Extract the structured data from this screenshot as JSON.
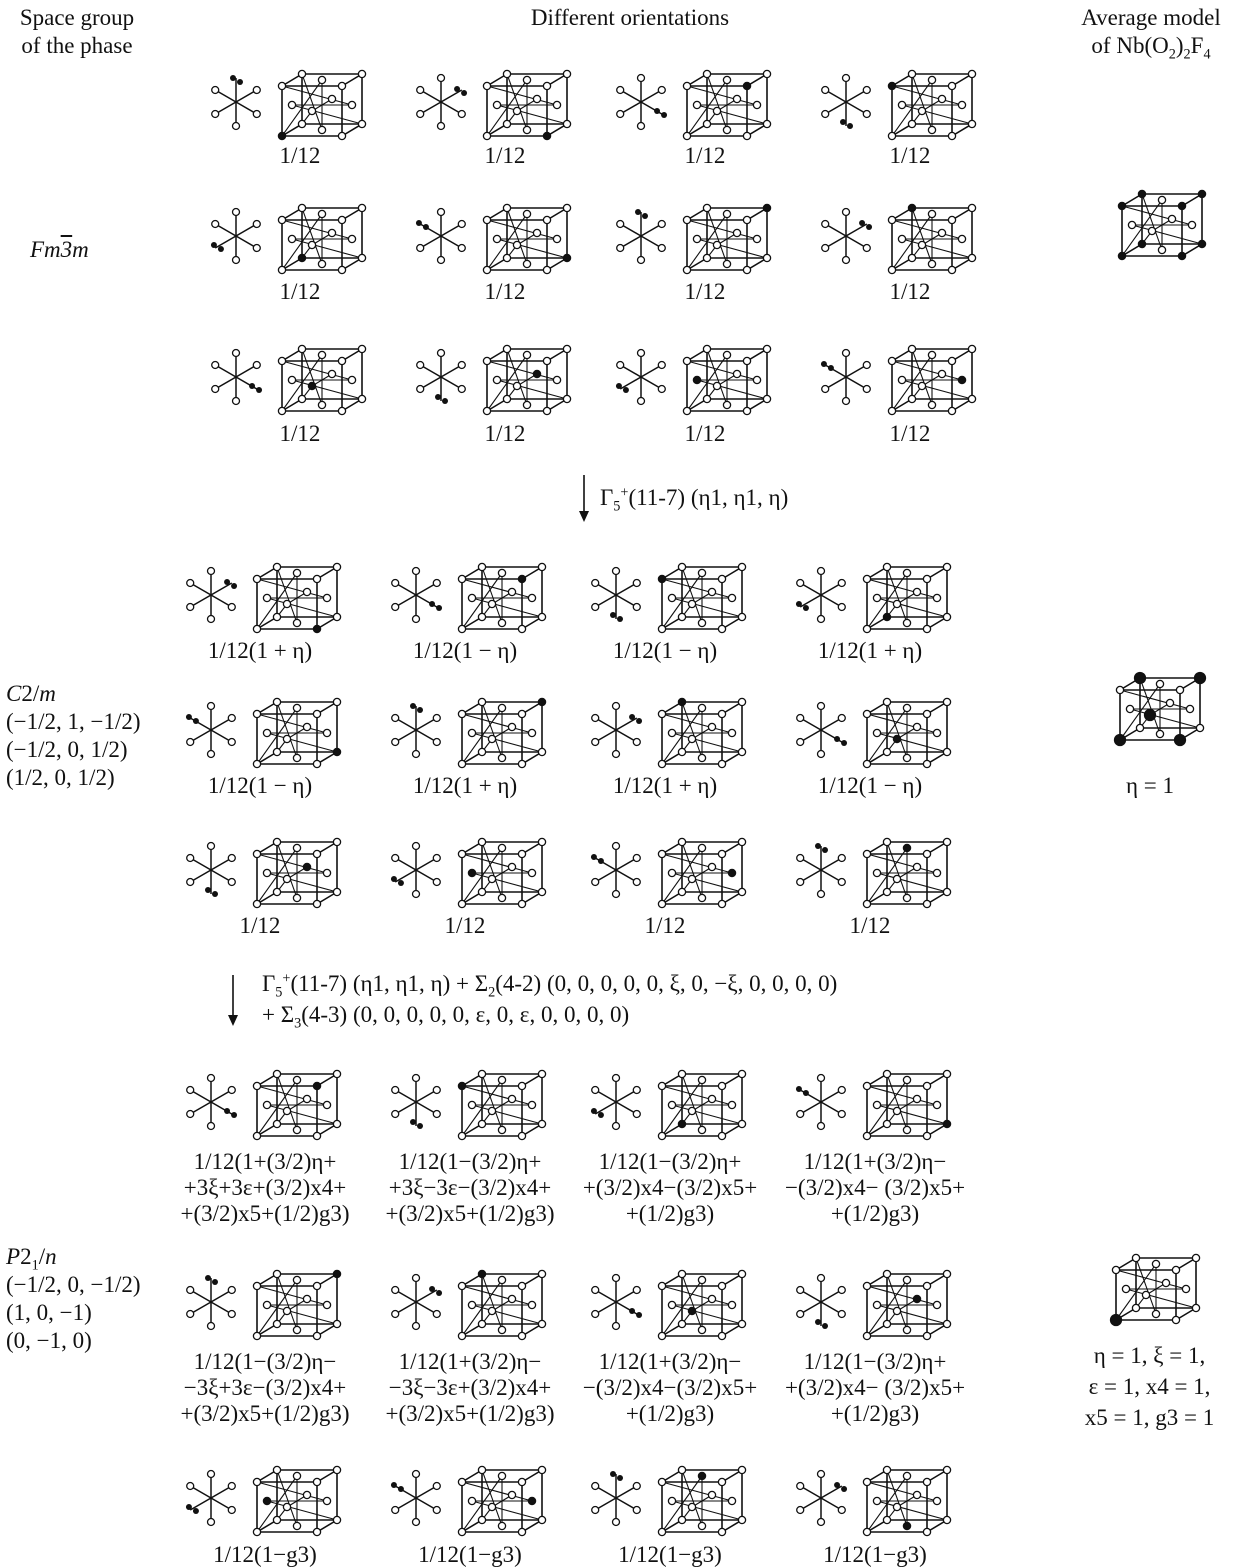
{
  "headers": {
    "left": "Space group of the phase",
    "middle": "Different orientations",
    "right": "Average model of Nb(O2)2F4"
  },
  "phases": [
    {
      "name": "Fm3m",
      "sublines": []
    },
    {
      "name": "C2/m",
      "sublines": [
        "(−1/2, 1, −1/2)",
        "(−1/2, 0, 1/2)",
        "(1/2, 0, 1/2)"
      ]
    },
    {
      "name": "P21/n",
      "sublines": [
        "(−1/2, 0, −1/2)",
        "(1, 0, −1)",
        "(0, −1, 0)"
      ]
    }
  ],
  "transitions": {
    "t1": "Γ5+(11-7) (η1, η1, η)",
    "t2_line1": "Γ5+(11-7) (η1, η1, η) + Σ2(4-2) (0, 0, 0, 0, 0, ξ, 0, −ξ, 0, 0, 0, 0)",
    "t2_line2": "+ Σ3(4-3) (0, 0, 0, 0, 0, ε, 0, ε, 0, 0, 0, 0)"
  },
  "fractions": {
    "fm3m": [
      [
        "1/12",
        "1/12",
        "1/12",
        "1/12"
      ],
      [
        "1/12",
        "1/12",
        "1/12",
        "1/12"
      ],
      [
        "1/12",
        "1/12",
        "1/12",
        "1/12"
      ]
    ],
    "c2m": [
      [
        "1/12(1 + η)",
        "1/12(1 − η)",
        "1/12(1 − η)",
        "1/12(1 + η)"
      ],
      [
        "1/12(1 − η)",
        "1/12(1 + η)",
        "1/12(1 + η)",
        "1/12(1 − η)"
      ],
      [
        "1/12",
        "1/12",
        "1/12",
        "1/12"
      ]
    ],
    "p21n_row1": [
      [
        "1/12(1+(3/2)η+",
        "+3ξ+3ε+(3/2)x4+",
        "+(3/2)x5+(1/2)g3)"
      ],
      [
        "1/12(1−(3/2)η+",
        "+3ξ−3ε−(3/2)x4+",
        "+(3/2)x5+(1/2)g3)"
      ],
      [
        "1/12(1−(3/2)η+",
        "+(3/2)x4−(3/2)x5+",
        "+(1/2)g3)"
      ],
      [
        "1/12(1+(3/2)η−",
        "−(3/2)x4− (3/2)x5+",
        "+(1/2)g3)"
      ]
    ],
    "p21n_row2": [
      [
        "1/12(1−(3/2)η−",
        "−3ξ+3ε−(3/2)x4+",
        "+(3/2)x5+(1/2)g3)"
      ],
      [
        "1/12(1+(3/2)η−",
        "−3ξ−3ε+(3/2)x4+",
        "+(3/2)x5+(1/2)g3)"
      ],
      [
        "1/12(1+(3/2)η−",
        "−(3/2)x4−(3/2)x5+",
        "+(1/2)g3)"
      ],
      [
        "1/12(1−(3/2)η+",
        "+(3/2)x4− (3/2)x5+",
        "+(1/2)g3)"
      ]
    ],
    "p21n_row3": [
      "1/12(1−g3)",
      "1/12(1−g3)",
      "1/12(1−g3)",
      "1/12(1−g3)"
    ]
  },
  "average_labels": {
    "c2m": "η = 1",
    "p21n": [
      "η = 1, ξ = 1,",
      "ε = 1, x4 = 1,",
      "x5 = 1, g3 = 1"
    ]
  }
}
